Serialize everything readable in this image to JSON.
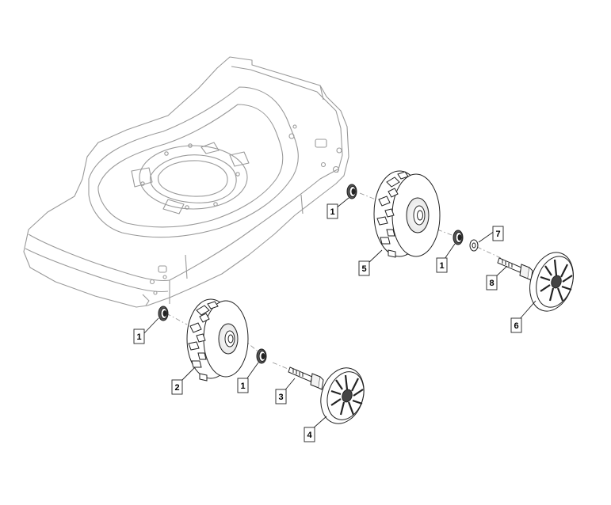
{
  "diagram": {
    "type": "exploded-parts-view",
    "line_color": "#9a9a9a",
    "dark_line_color": "#222222",
    "callouts": [
      {
        "id": "c1a",
        "label": "1"
      },
      {
        "id": "c1b",
        "label": "1"
      },
      {
        "id": "c1c",
        "label": "1"
      },
      {
        "id": "c1d",
        "label": "1"
      },
      {
        "id": "c2",
        "label": "2"
      },
      {
        "id": "c3",
        "label": "3"
      },
      {
        "id": "c4",
        "label": "4"
      },
      {
        "id": "c5",
        "label": "5"
      },
      {
        "id": "c6",
        "label": "6"
      },
      {
        "id": "c7",
        "label": "7"
      },
      {
        "id": "c8",
        "label": "8"
      }
    ]
  }
}
